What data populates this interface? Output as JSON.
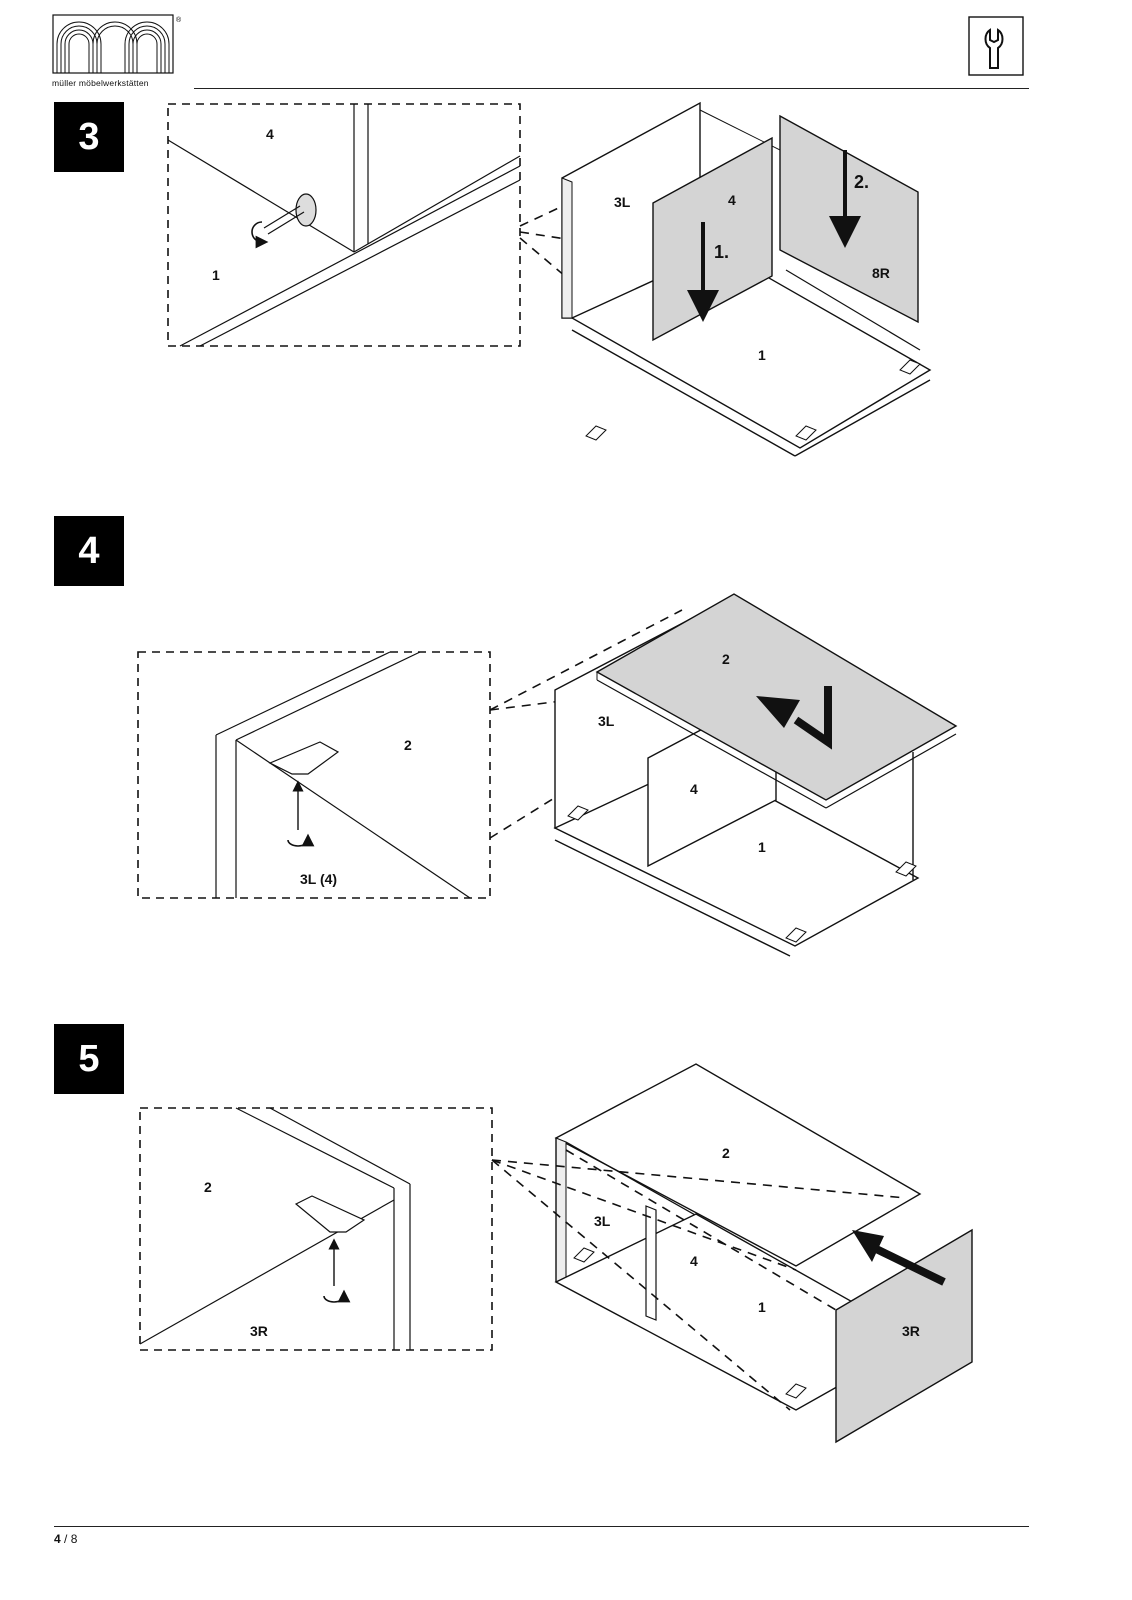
{
  "header": {
    "brand": "müller möbelwerkstätten",
    "logo_icon": "mm-logo-icon",
    "tool_icon": "wrench-icon"
  },
  "steps": [
    {
      "number": "3",
      "detail_labels": {
        "top": "4",
        "left": "1"
      },
      "main_labels": {
        "side_left": "3L",
        "divider": "4",
        "side_right": "8R",
        "bottom": "1",
        "arrow1": "1.",
        "arrow2": "2."
      }
    },
    {
      "number": "4",
      "detail_labels": {
        "panel": "2",
        "bottom": "3L (4)"
      },
      "main_labels": {
        "top": "2",
        "side_left": "3L",
        "divider": "4",
        "bottom": "1"
      }
    },
    {
      "number": "5",
      "detail_labels": {
        "panel": "2",
        "bottom": "3R"
      },
      "main_labels": {
        "top": "2",
        "side_left": "3L",
        "divider": "4",
        "bottom": "1",
        "side_right": "3R"
      }
    }
  ],
  "footer": {
    "page_current": "4",
    "page_sep": " / ",
    "page_total": "8"
  }
}
